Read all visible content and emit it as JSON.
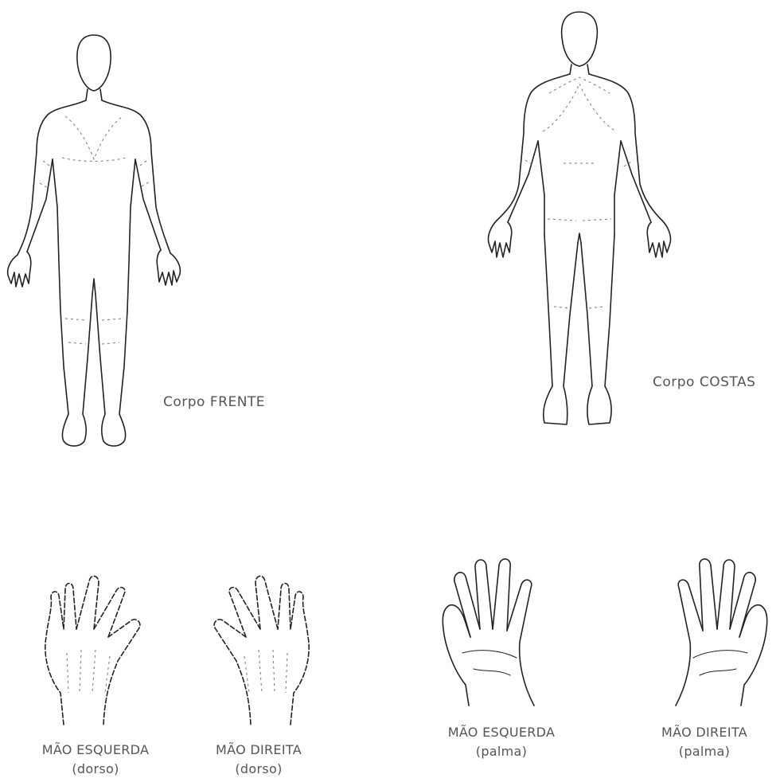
{
  "labels": {
    "front": "Corpo FRENTE",
    "back": "Corpo COSTAS"
  },
  "hands": [
    {
      "line1": "MÃO ESQUERDA",
      "line2": "(dorso)"
    },
    {
      "line1": "MÃO DIREITA",
      "line2": "(dorso)"
    },
    {
      "line1": "MÃO ESQUERDA",
      "line2": "(palma)"
    },
    {
      "line1": "MÃO DIREITA",
      "line2": "(palma)"
    }
  ]
}
